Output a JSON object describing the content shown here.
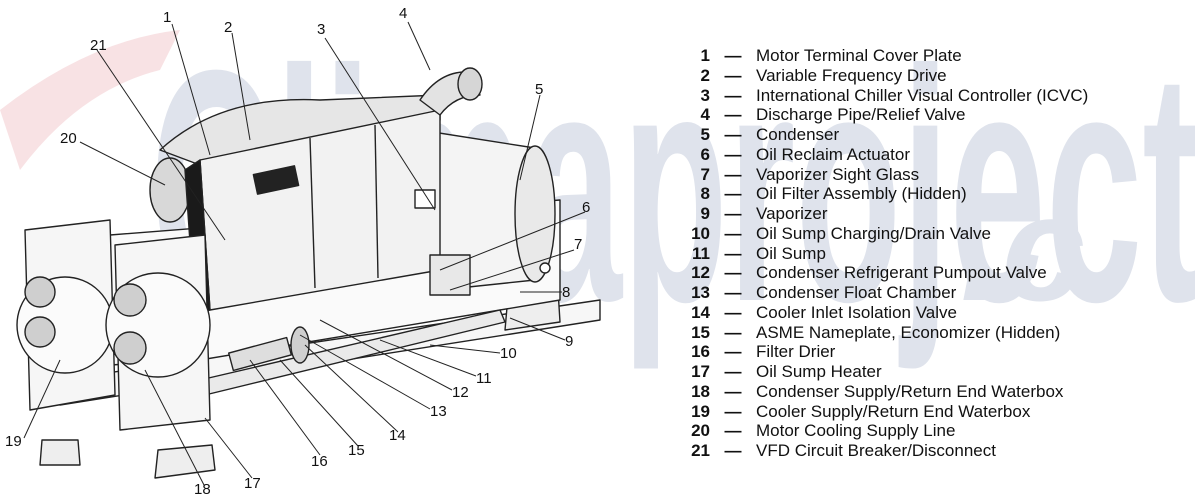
{
  "watermark": {
    "main": "Climaproject",
    "suffix": ".c"
  },
  "legend": {
    "separator": "—",
    "items": [
      {
        "num": "1",
        "text": "Motor Terminal Cover Plate"
      },
      {
        "num": "2",
        "text": "Variable Frequency Drive"
      },
      {
        "num": "3",
        "text": "International Chiller Visual Controller (ICVC)"
      },
      {
        "num": "4",
        "text": "Discharge Pipe/Relief Valve"
      },
      {
        "num": "5",
        "text": "Condenser"
      },
      {
        "num": "6",
        "text": "Oil Reclaim Actuator"
      },
      {
        "num": "7",
        "text": "Vaporizer Sight Glass"
      },
      {
        "num": "8",
        "text": "Oil Filter Assembly (Hidden)"
      },
      {
        "num": "9",
        "text": "Vaporizer"
      },
      {
        "num": "10",
        "text": "Oil Sump Charging/Drain Valve"
      },
      {
        "num": "11",
        "text": "Oil Sump"
      },
      {
        "num": "12",
        "text": "Condenser Refrigerant Pumpout Valve"
      },
      {
        "num": "13",
        "text": "Condenser Float Chamber"
      },
      {
        "num": "14",
        "text": "Cooler Inlet Isolation Valve"
      },
      {
        "num": "15",
        "text": "ASME Nameplate, Economizer (Hidden)"
      },
      {
        "num": "16",
        "text": "Filter Drier"
      },
      {
        "num": "17",
        "text": "Oil Sump Heater"
      },
      {
        "num": "18",
        "text": "Condenser Supply/Return End Waterbox"
      },
      {
        "num": "19",
        "text": "Cooler Supply/Return End Waterbox"
      },
      {
        "num": "20",
        "text": "Motor Cooling Supply Line"
      },
      {
        "num": "21",
        "text": "VFD Circuit Breaker/Disconnect"
      }
    ]
  },
  "callouts": [
    "1",
    "2",
    "3",
    "4",
    "5",
    "6",
    "7",
    "8",
    "9",
    "10",
    "11",
    "12",
    "13",
    "14",
    "15",
    "16",
    "17",
    "18",
    "19",
    "20",
    "21"
  ]
}
